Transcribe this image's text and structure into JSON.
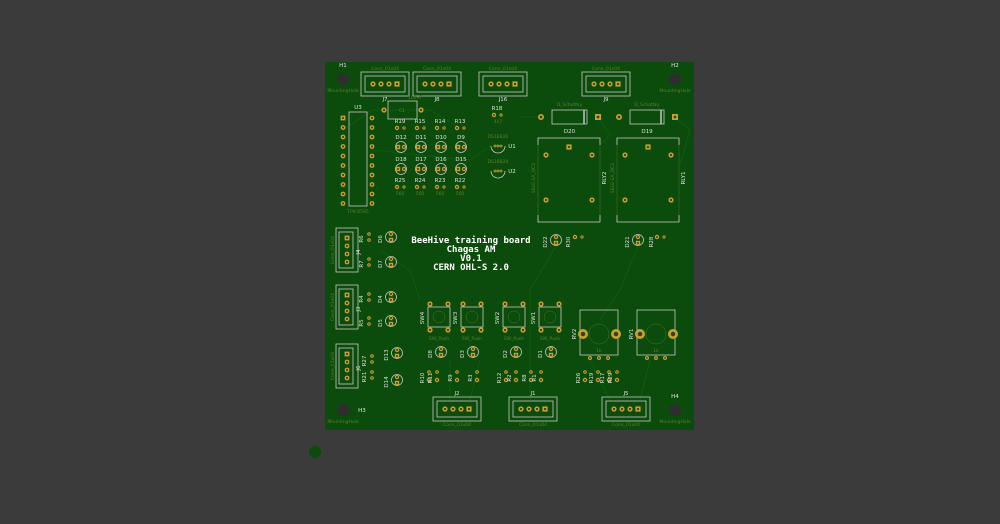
{
  "colors": {
    "background": "#3b3b3b",
    "board": "#0b4b0b",
    "copper_pad": "#c9a227",
    "silkscreen": "#c8c8c8",
    "marker": "#0b4b0b"
  },
  "board_text": [
    "BeeHive training board",
    "Chagas AM",
    "V0.1",
    "CERN OHL-S 2.0"
  ],
  "mounting_holes": [
    {
      "ref": "H1",
      "value": "MountingHole"
    },
    {
      "ref": "H2",
      "value": "MountingHole"
    },
    {
      "ref": "H3",
      "value": "MountingHole"
    },
    {
      "ref": "H4",
      "value": "MountingHole"
    }
  ],
  "connectors": [
    {
      "ref": "J7",
      "value": "Conn_01x04"
    },
    {
      "ref": "J8",
      "value": "Conn_01x04"
    },
    {
      "ref": "J16",
      "value": "Conn_01x04"
    },
    {
      "ref": "J9",
      "value": "Conn_01x04"
    },
    {
      "ref": "J2",
      "value": "Conn_01x04"
    },
    {
      "ref": "J1",
      "value": "Conn_01x04"
    },
    {
      "ref": "J5",
      "value": "Conn_01x04"
    },
    {
      "ref": "J4",
      "value": "Conn_01x04"
    },
    {
      "ref": "J3",
      "value": "Conn_01x04"
    },
    {
      "ref": "J6",
      "value": "Conn_01x04"
    }
  ],
  "ic": {
    "ref": "U3",
    "value": "TPIC6595"
  },
  "capacitor": {
    "ref": "C1",
    "value": "100nF"
  },
  "transistors": [
    {
      "ref": "U1",
      "value": "DS18B20"
    },
    {
      "ref": "U2",
      "value": "DS18B20"
    }
  ],
  "resistors_top": [
    "R19",
    "R15",
    "R14",
    "R13"
  ],
  "resistors_bottom": [
    {
      "ref": "R25",
      "value": "560"
    },
    {
      "ref": "R24",
      "value": "560"
    },
    {
      "ref": "R23",
      "value": "560"
    },
    {
      "ref": "R22",
      "value": "560"
    }
  ],
  "leds_row1": [
    "D12",
    "D11",
    "D10",
    "D9"
  ],
  "leds_row2": [
    "D18",
    "D17",
    "D16",
    "D15"
  ],
  "resistor_single": {
    "ref": "R18",
    "value": "4k7"
  },
  "schottky": [
    {
      "ref": "D20",
      "value": "D_Schottky"
    },
    {
      "ref": "D19",
      "value": "D_Schottky"
    }
  ],
  "relays": [
    {
      "ref": "RLY2",
      "value": "SSLE-1A_DCS"
    },
    {
      "ref": "RLY1",
      "value": "SSLE-1A_DCS"
    }
  ],
  "relay_leds": [
    "D22",
    "R30",
    "D21",
    "R28"
  ],
  "side_parts": [
    "R6",
    "D6",
    "R7",
    "D7",
    "R4",
    "D4",
    "R5",
    "D5",
    "R27",
    "D13",
    "R21",
    "D14"
  ],
  "switches": [
    {
      "ref": "SW4",
      "value": "SW_Push"
    },
    {
      "ref": "SW3",
      "value": "SW_Push"
    },
    {
      "ref": "SW2",
      "value": "SW_Push"
    },
    {
      "ref": "SW1",
      "value": "SW_Push"
    }
  ],
  "switch_leds": [
    "D8",
    "D3",
    "D2",
    "D1"
  ],
  "bottom_resistors": [
    "R10",
    "R11",
    "R9",
    "R3",
    "R12",
    "R2",
    "R8",
    "R1",
    "R26",
    "R19",
    "R17",
    "R29"
  ],
  "potentiometers": [
    {
      "ref": "RV2",
      "value": "1k"
    },
    {
      "ref": "RV1",
      "value": "1k"
    }
  ]
}
